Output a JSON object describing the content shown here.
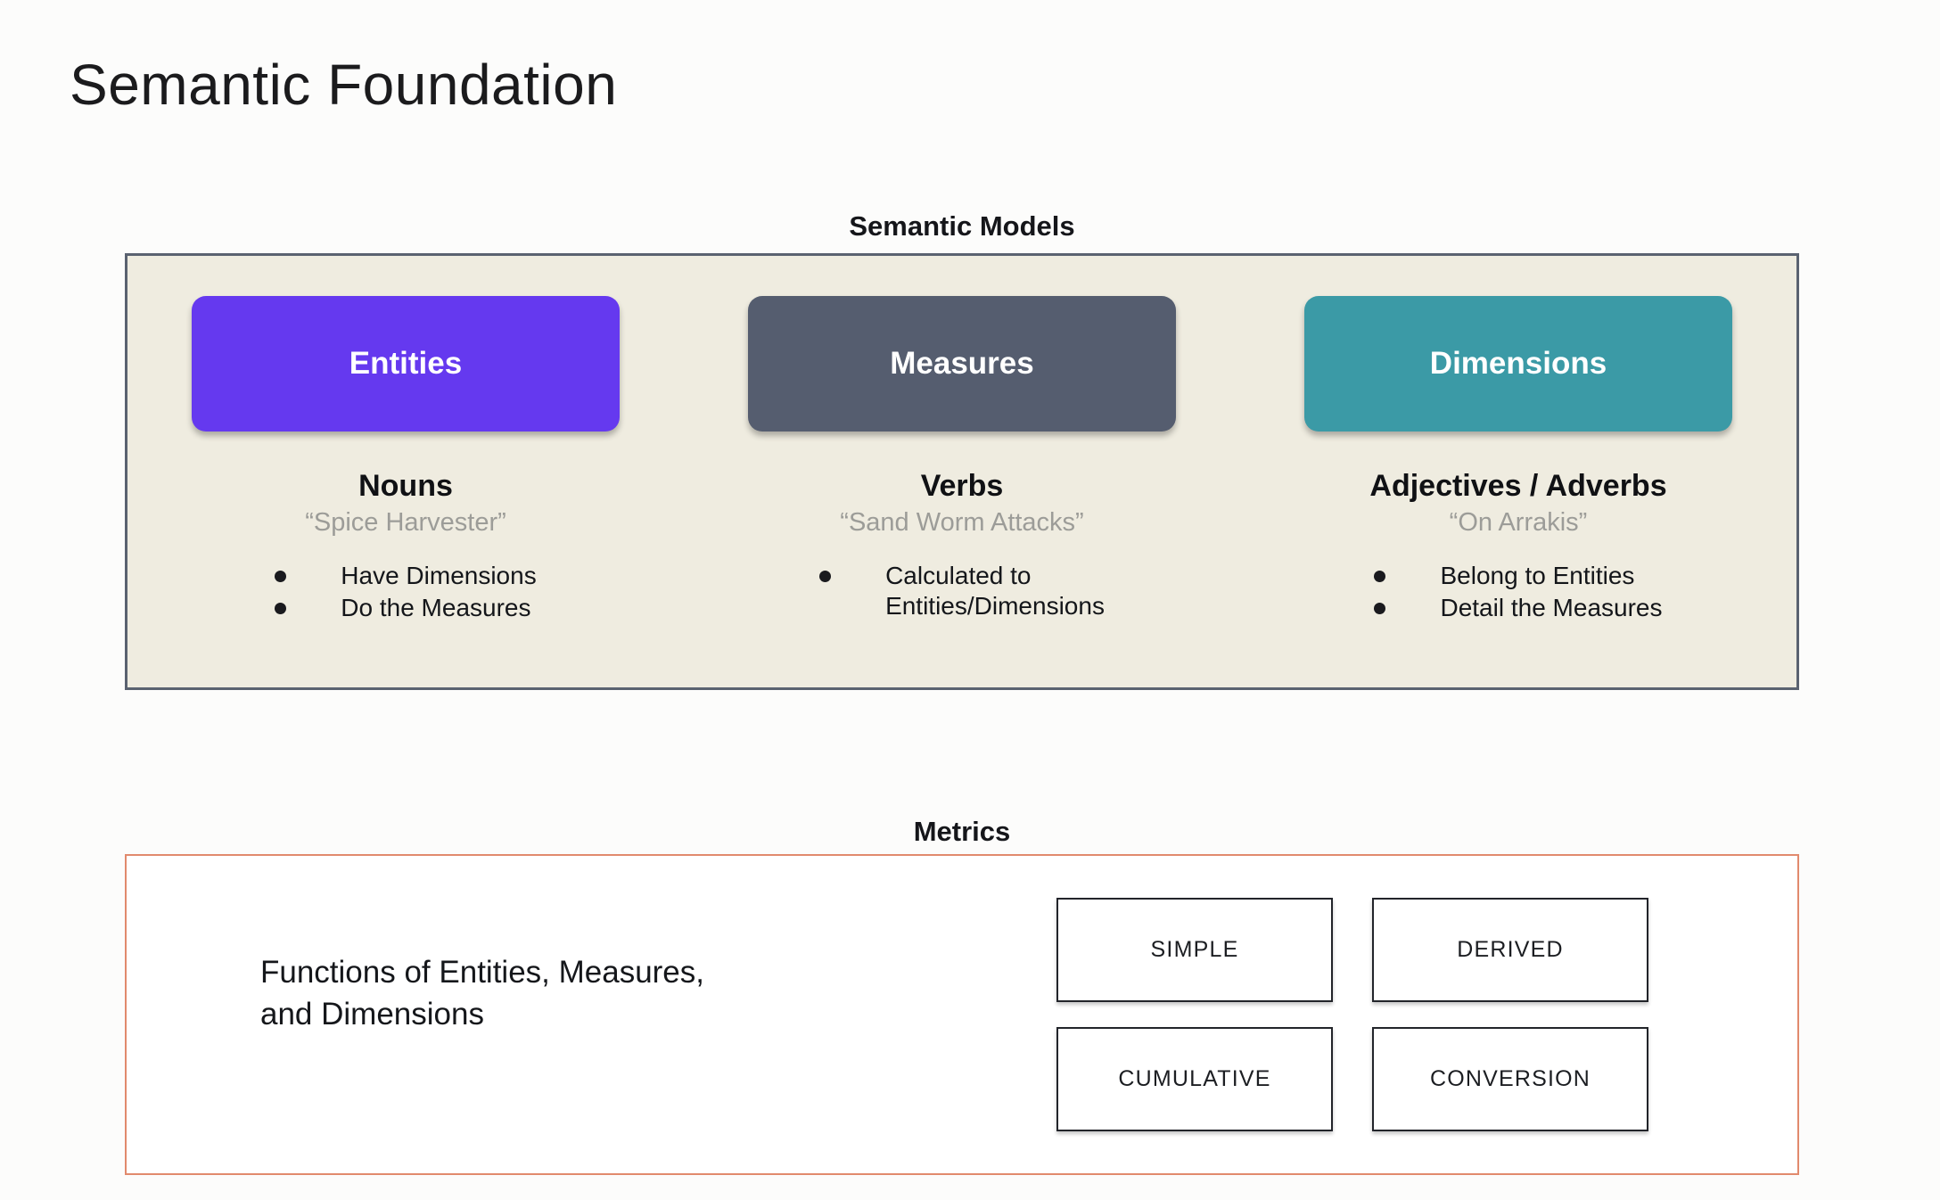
{
  "page_title": "Semantic Foundation",
  "semantic_models": {
    "heading": "Semantic Models",
    "panel_bg": "#efece0",
    "panel_border": "#5a6270",
    "columns": [
      {
        "chip_label": "Entities",
        "chip_color": "#6539ef",
        "part_of_speech": "Nouns",
        "example": "“Spice Harvester”",
        "bullets": [
          "Have Dimensions",
          "Do the Measures"
        ]
      },
      {
        "chip_label": "Measures",
        "chip_color": "#555d6f",
        "part_of_speech": "Verbs",
        "example": "“Sand Worm Attacks”",
        "bullets": [
          "Calculated to\nEntities/Dimensions"
        ]
      },
      {
        "chip_label": "Dimensions",
        "chip_color": "#3b9aa6",
        "part_of_speech": "Adjectives / Adverbs",
        "example": "“On Arrakis”",
        "bullets": [
          "Belong to Entities",
          "Detail the Measures"
        ]
      }
    ]
  },
  "metrics": {
    "heading": "Metrics",
    "panel_border": "#e18a6d",
    "description": "Functions of Entities, Measures,\nand Dimensions",
    "types": [
      "SIMPLE",
      "DERIVED",
      "CUMULATIVE",
      "CONVERSION"
    ]
  }
}
